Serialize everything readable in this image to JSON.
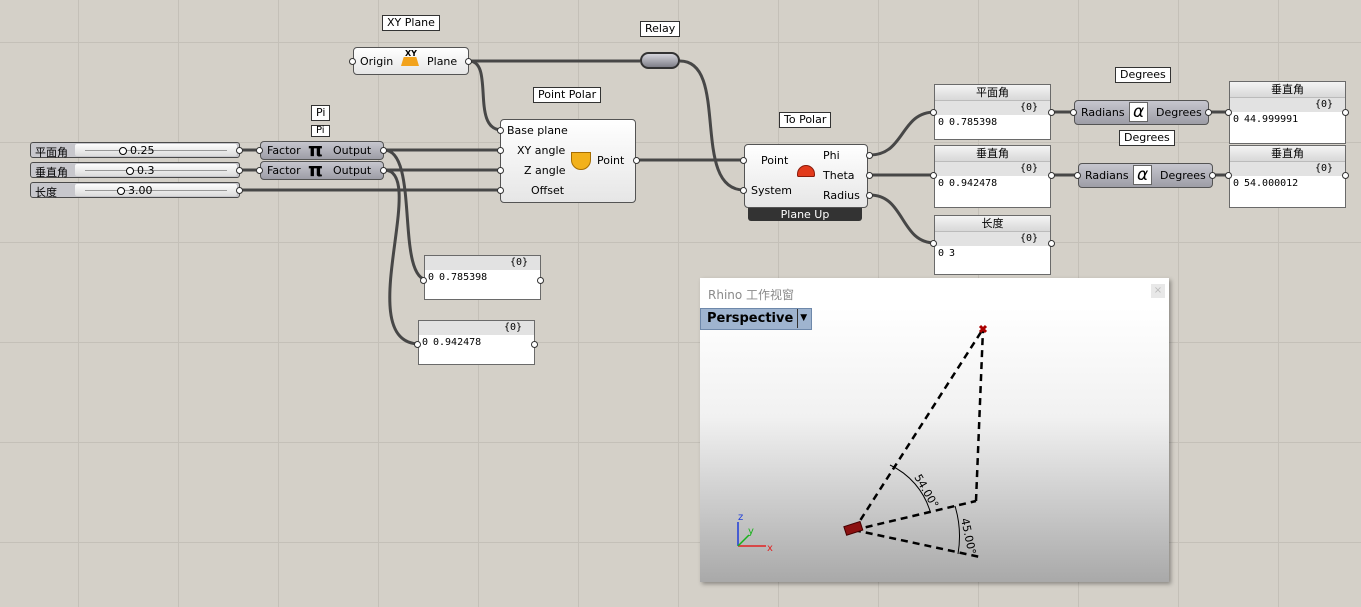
{
  "canvas": {
    "wire_color": "#474747",
    "background_color": "#d4d0c8"
  },
  "sliders": [
    {
      "name": "平面角",
      "value": "0.25"
    },
    {
      "name": "垂直角",
      "value": "0.3"
    },
    {
      "name": "长度",
      "value": "3.00"
    }
  ],
  "pi": {
    "label": "Pi",
    "factor": "Factor",
    "output": "Output",
    "symbol": "π"
  },
  "xyplane": {
    "label": "XY Plane",
    "origin": "Origin",
    "plane": "Plane",
    "icon_text": "XY"
  },
  "relay": {
    "label": "Relay"
  },
  "pointpolar": {
    "label": "Point Polar",
    "inputs": [
      "Base plane",
      "XY angle",
      "Z angle",
      "Offset"
    ],
    "output": "Point"
  },
  "topolar": {
    "label": "To Polar",
    "inputs": [
      "Point",
      "System"
    ],
    "outputs": [
      "Phi",
      "Theta",
      "Radius"
    ],
    "footer": "Plane Up"
  },
  "panels": {
    "pi1": {
      "header": "{0}",
      "index": "0",
      "value": "0.785398"
    },
    "pi2": {
      "header": "{0}",
      "index": "0",
      "value": "0.942478"
    },
    "phi": {
      "title": "平面角",
      "header": "{0}",
      "index": "0",
      "value": "0.785398"
    },
    "theta": {
      "title": "垂直角",
      "header": "{0}",
      "index": "0",
      "value": "0.942478"
    },
    "radius": {
      "title": "长度",
      "header": "{0}",
      "index": "0",
      "value": "3"
    },
    "deg1": {
      "title": "垂直角",
      "header": "{0}",
      "index": "0",
      "value": "44.999991"
    },
    "deg2": {
      "title": "垂直角",
      "header": "{0}",
      "index": "0",
      "value": "54.000012"
    }
  },
  "degrees": {
    "label": "Degrees",
    "input": "Radians",
    "output": "Degrees",
    "symbol": "α"
  },
  "viewport": {
    "title": "Rhino 工作视窗",
    "close": "×",
    "tab": "Perspective",
    "tab_dropdown": "▼",
    "angle_theta": "54.00°",
    "angle_phi": "45.00°",
    "axis_x": "x",
    "axis_y": "y",
    "axis_z": "z"
  }
}
